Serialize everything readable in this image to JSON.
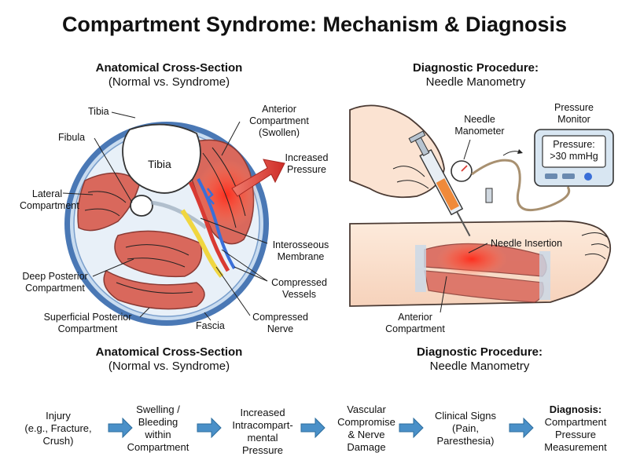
{
  "title": "Compartment Syndrome: Mechanism & Diagnosis",
  "left_panel": {
    "heading_line1": "Anatomical Cross-Section",
    "heading_line2": "(Normal vs. Syndrome)",
    "labels": {
      "tibia_outer": "Tibia",
      "tibia_inner": "Tibia",
      "fibula": "Fibula",
      "lateral_1": "Lateral",
      "lateral_2": "Compartment",
      "anterior_1": "Anterior",
      "anterior_2": "Compartment",
      "anterior_3": "(Swollen)",
      "increased_1": "Increased",
      "increased_2": "Pressure",
      "interosseous_1": "Interosseous",
      "interosseous_2": "Membrane",
      "vessels_1": "Compressed",
      "vessels_2": "Vessels",
      "nerve_1": "Compressed",
      "nerve_2": "Nerve",
      "deep_1": "Deep Posterior",
      "deep_2": "Compartment",
      "superficial_1": "Superficial Posterior",
      "superficial_2": "Compartment",
      "fascia": "Fascia"
    },
    "caption_line1": "Anatomical Cross-Section",
    "caption_line2": "(Normal vs. Syndrome)"
  },
  "right_panel": {
    "heading_line1": "Diagnostic Procedure:",
    "heading_line2": "Needle Manometry",
    "labels": {
      "needle_1": "Needle",
      "needle_2": "Manometer",
      "monitor_1": "Pressure",
      "monitor_2": "Monitor",
      "screen_1": "Pressure:",
      "screen_2": ">30 mmHg",
      "insertion": "Needle Insertion",
      "anterior_1": "Anterior",
      "anterior_2": "Compartment"
    },
    "caption_line1": "Diagnostic Procedure:",
    "caption_line2": "Needle Manometry"
  },
  "flow": [
    {
      "lines": [
        "Injury",
        "(e.g., Fracture,",
        "Crush)"
      ]
    },
    {
      "lines": [
        "Swelling /",
        "Bleeding",
        "within",
        "Compartment"
      ]
    },
    {
      "lines": [
        "Increased",
        "Intracompart-",
        "mental",
        "Pressure"
      ]
    },
    {
      "lines": [
        "Vascular",
        "Compromise",
        "& Nerve",
        "Damage"
      ]
    },
    {
      "lines": [
        "Clinical Signs",
        "(Pain,",
        "Paresthesia)"
      ]
    },
    {
      "bold": "Diagnosis:",
      "lines": [
        "Compartment",
        "Pressure",
        "Measurement"
      ]
    }
  ],
  "colors": {
    "muscle": "#d9685c",
    "muscle_light": "#f2b3a6",
    "fascia_blue": "#4a78b5",
    "bone": "#ffffff",
    "arrow_red": "#d93a32",
    "flow_arrow": "#4a90c8",
    "skin": "#fbe3d2",
    "nerve": "#f0d640",
    "vessel_blue": "#3a6fd8"
  }
}
